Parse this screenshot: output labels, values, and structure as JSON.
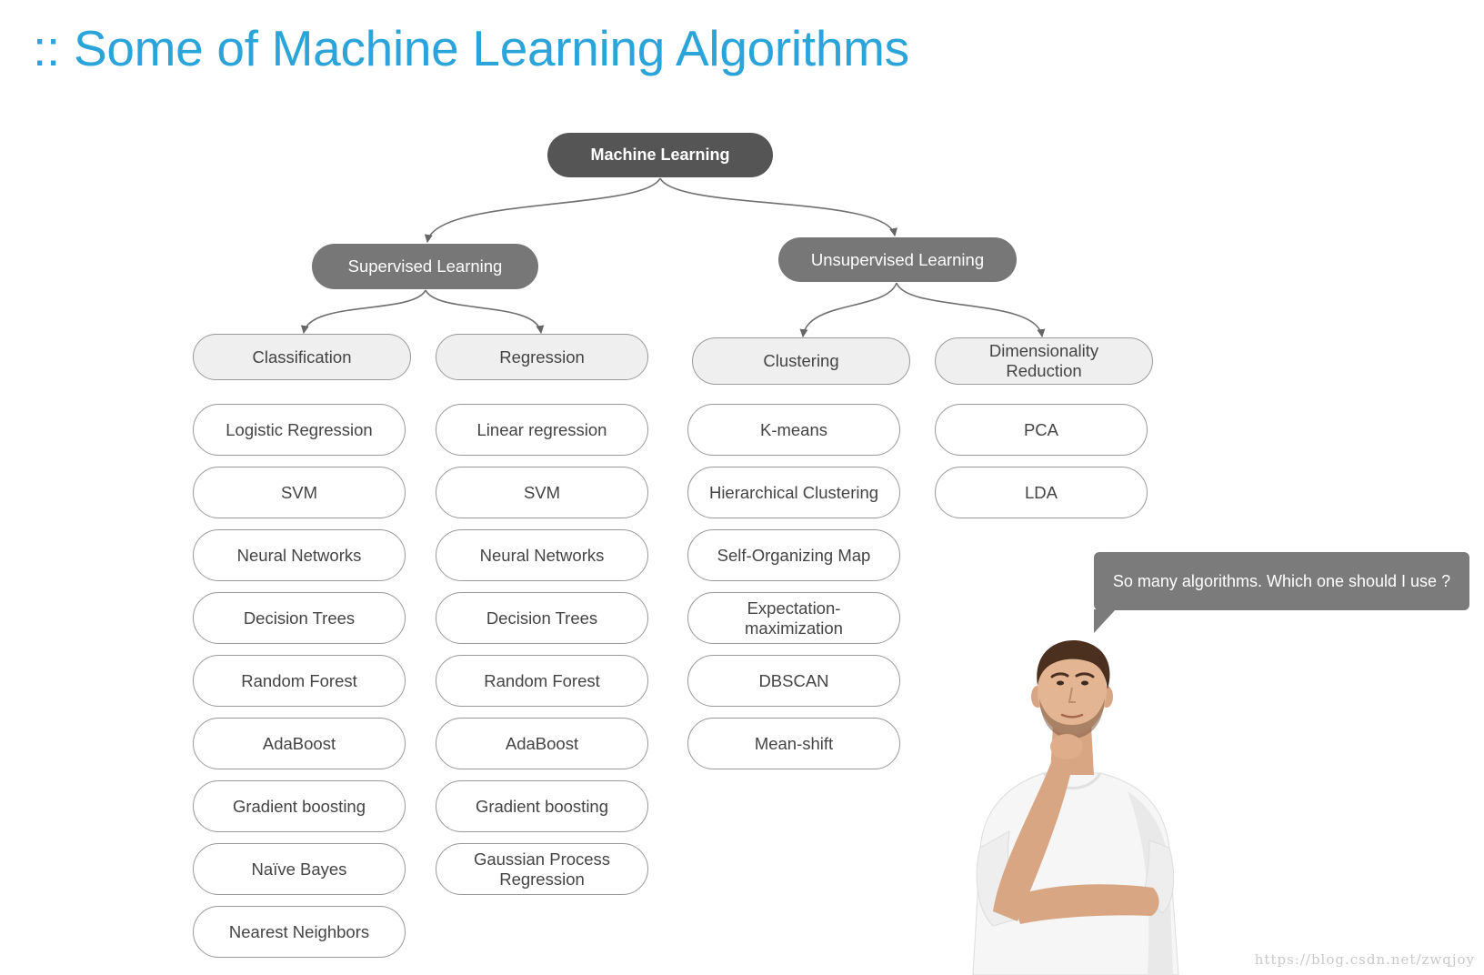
{
  "title": ":: Some of Machine Learning Algorithms",
  "colors": {
    "title": "#2ba4da",
    "root_fill": "#555555",
    "branch_fill": "#777777",
    "category_fill": "#efefef",
    "node_border": "#9a9a9a",
    "bubble_fill": "#7b7b7b"
  },
  "tree": {
    "root": "Machine Learning",
    "supervised": {
      "label": "Supervised Learning",
      "classification": {
        "label": "Classification",
        "algorithms": [
          "Logistic Regression",
          "SVM",
          "Neural Networks",
          "Decision Trees",
          "Random Forest",
          "AdaBoost",
          "Gradient boosting",
          "Naïve Bayes",
          "Nearest Neighbors"
        ]
      },
      "regression": {
        "label": "Regression",
        "algorithms": [
          "Linear regression",
          "SVM",
          "Neural Networks",
          "Decision Trees",
          "Random Forest",
          "AdaBoost",
          "Gradient boosting",
          "Gaussian Process Regression"
        ]
      }
    },
    "unsupervised": {
      "label": "Unsupervised Learning",
      "clustering": {
        "label": "Clustering",
        "algorithms": [
          "K-means",
          "Hierarchical Clustering",
          "Self-Organizing Map",
          "Expectation-maximization",
          "DBSCAN",
          "Mean-shift"
        ]
      },
      "dimensionality_reduction": {
        "label": "Dimensionality Reduction",
        "algorithms": [
          "PCA",
          "LDA"
        ]
      }
    }
  },
  "speech_bubble": "So many algorithms. Which one should I use ?",
  "watermark": "https://blog.csdn.net/zwqjoy"
}
